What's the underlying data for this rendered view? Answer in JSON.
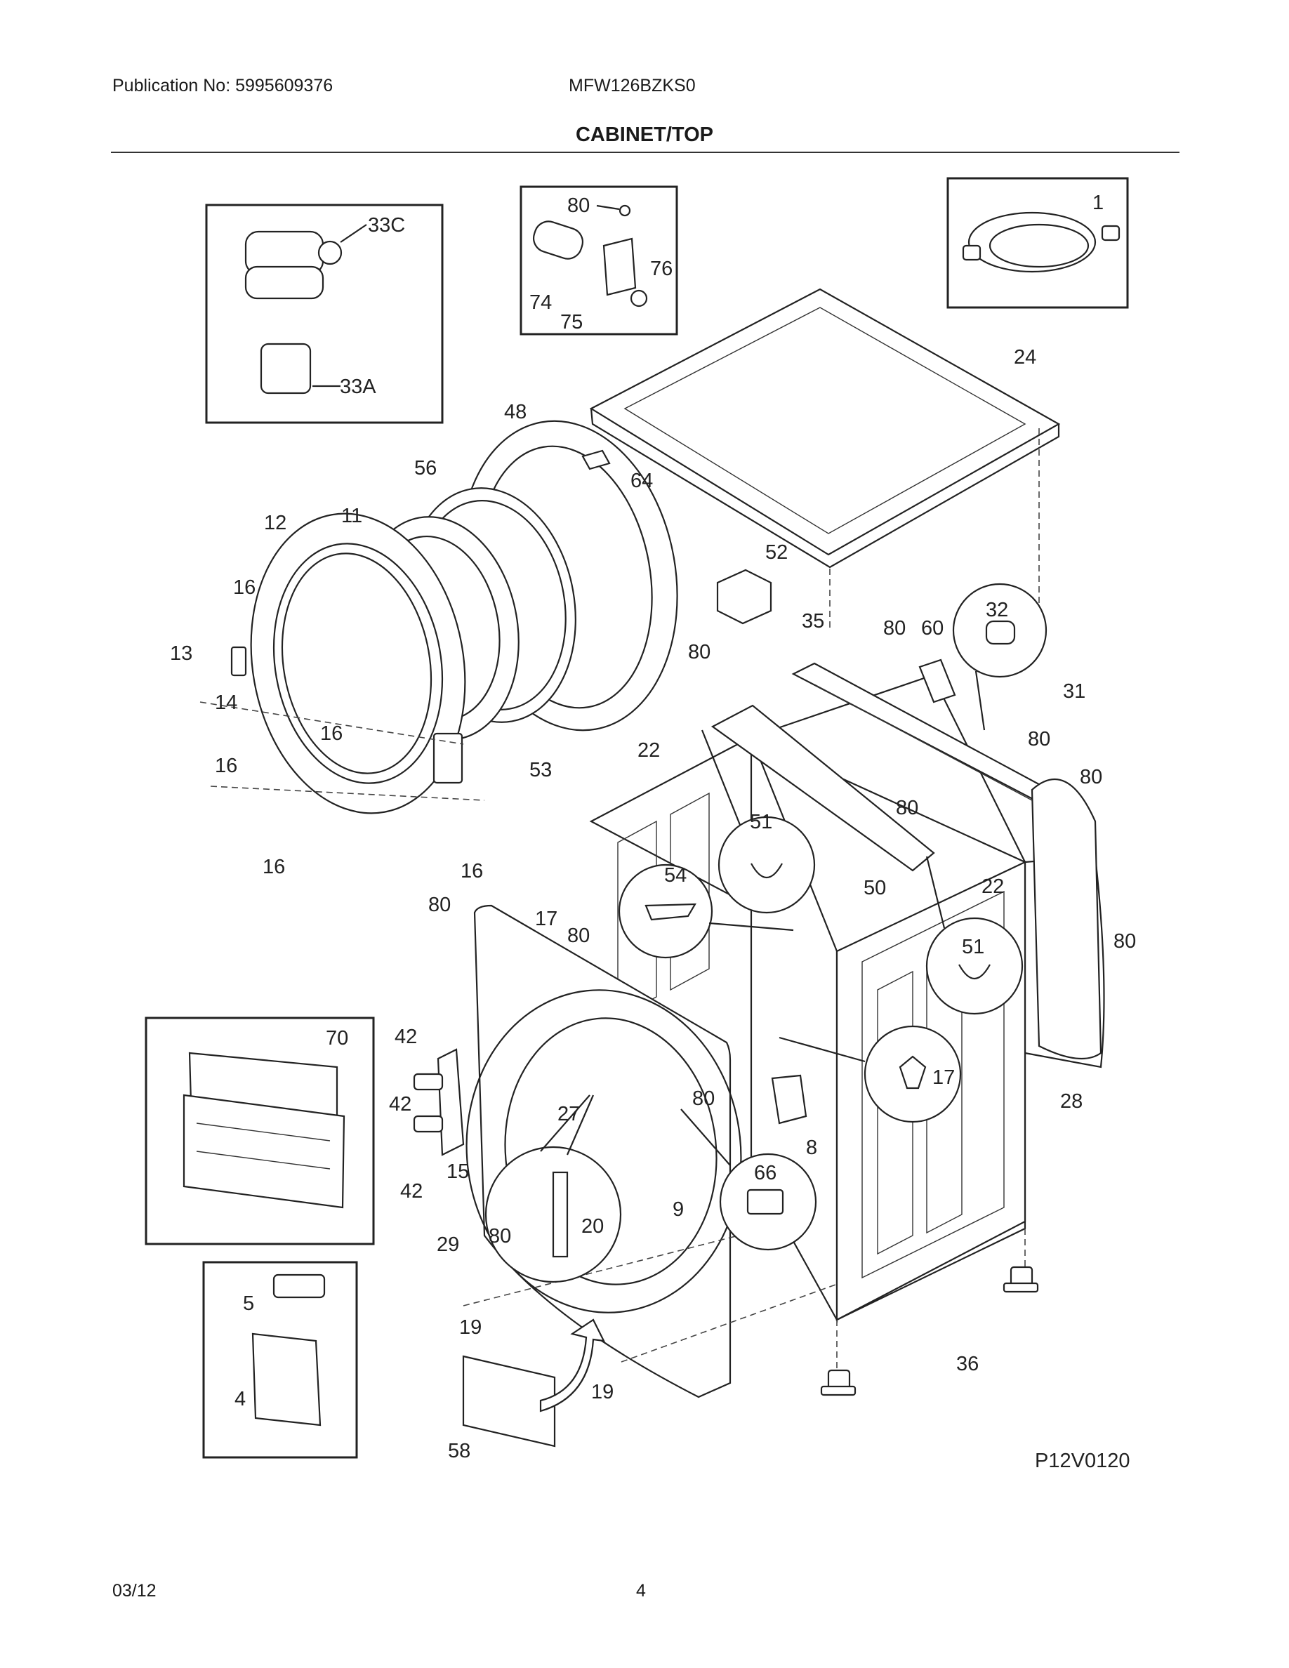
{
  "header": {
    "publication": "Publication No: 5995609376",
    "model": "MFW126BZKS0",
    "title": "CABINET/TOP"
  },
  "diagram": {
    "drawing_code": "P12V0120",
    "callouts": [
      "1",
      "4",
      "5",
      "8",
      "9",
      "11",
      "12",
      "13",
      "14",
      "15",
      "16",
      "17",
      "19",
      "20",
      "22",
      "24",
      "27",
      "28",
      "29",
      "31",
      "32",
      "33A",
      "33C",
      "35",
      "36",
      "42",
      "48",
      "50",
      "51",
      "52",
      "53",
      "54",
      "56",
      "58",
      "60",
      "64",
      "66",
      "70",
      "74",
      "75",
      "76",
      "80"
    ]
  },
  "footer": {
    "date": "03/12",
    "page": "4"
  }
}
